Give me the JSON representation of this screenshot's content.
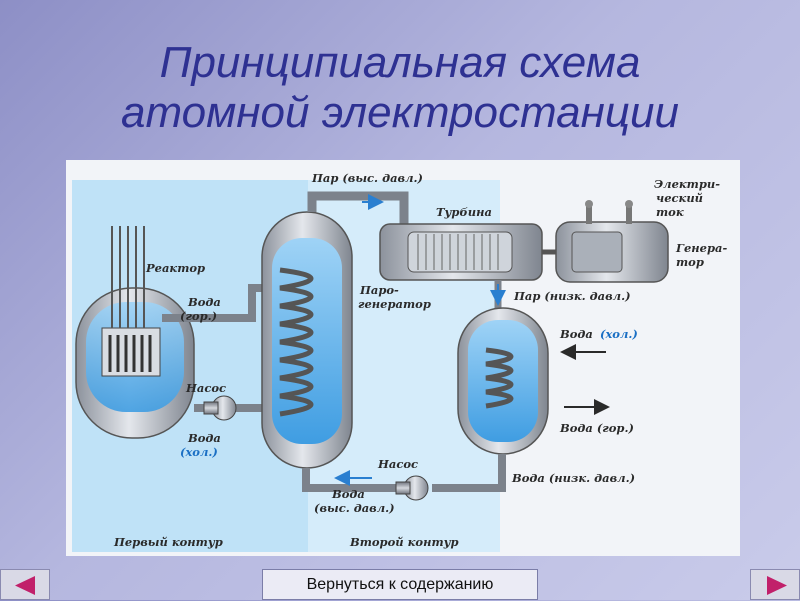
{
  "title": {
    "line1": "Принципиальная схема",
    "line2": "атомной электростанции"
  },
  "diagram": {
    "labels": {
      "reactor": "Реактор",
      "water_hot_1": "Вода",
      "water_hot_2": "(гор.)",
      "pump_1": "Насос",
      "water_cold_1": "Вода",
      "water_cold_2": "(хол.)",
      "steam_hp": "Пар (выс. давл.)",
      "steam_gen_1": "Паро-",
      "steam_gen_2": "генератор",
      "turbine": "Турбина",
      "electric_1": "Электри-",
      "electric_2": "ческий",
      "electric_3": "ток",
      "generator_1": "Генера-",
      "generator_2": "тор",
      "steam_lp": "Пар (низк. давл.)",
      "cond_water_cold_1": "Вода",
      "cond_water_cold_2": "(хол.)",
      "cond_water_hot": "Вода (гор.)",
      "pump_2": "Насос",
      "water_lp": "Вода (низк. давл.)",
      "water_hp_1": "Вода",
      "water_hp_2": "(выс. давл.)",
      "first_circuit": "Первый контур",
      "second_circuit": "Второй контур"
    },
    "colors": {
      "water": "#5fb3ec",
      "steam": "#cfe9fa",
      "metal": "#b9bec7",
      "pipe": "#8a8f98",
      "arrow": "#2a7fd0",
      "label_accent": "#1a6fc4"
    }
  },
  "navigation": {
    "back_label": "Вернуться к содержанию",
    "prev_icon": "left-arrow-icon",
    "next_icon": "right-arrow-icon"
  }
}
